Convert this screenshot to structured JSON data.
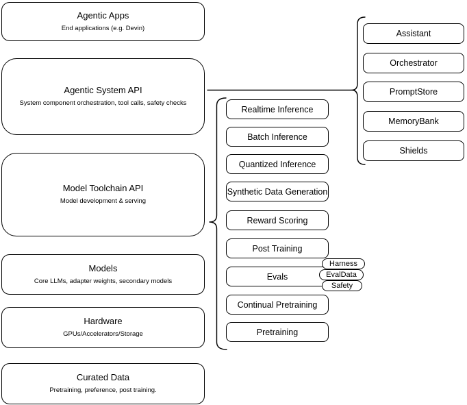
{
  "diagram": {
    "colors": {
      "stroke": "#000000",
      "fill": "#ffffff",
      "background": "#ffffff",
      "text": "#000000"
    },
    "stack_boxes": [
      {
        "title": "Agentic Apps",
        "subtitle": "End applications (e.g. Devin)"
      },
      {
        "title": "Agentic System API",
        "subtitle": "System component orchestration, tool calls, safety checks"
      },
      {
        "title": "Model Toolchain API",
        "subtitle": "Model development & serving"
      },
      {
        "title": "Models",
        "subtitle": "Core LLMs, adapter weights, secondary models"
      },
      {
        "title": "Hardware",
        "subtitle": "GPUs/Accelerators/Storage"
      },
      {
        "title": "Curated Data",
        "subtitle": "Pretraining, preference, post training."
      }
    ],
    "toolchain_items": [
      "Realtime Inference",
      "Batch Inference",
      "Quantized Inference",
      "Synthetic Data Generation",
      "Reward Scoring",
      "Post Training",
      "Evals",
      "Continual Pretraining",
      "Pretraining"
    ],
    "eval_tags": [
      "Harness",
      "EvalData",
      "Safety"
    ],
    "system_components": [
      "Assistant",
      "Orchestrator",
      "PromptStore",
      "MemoryBank",
      "Shields"
    ]
  }
}
